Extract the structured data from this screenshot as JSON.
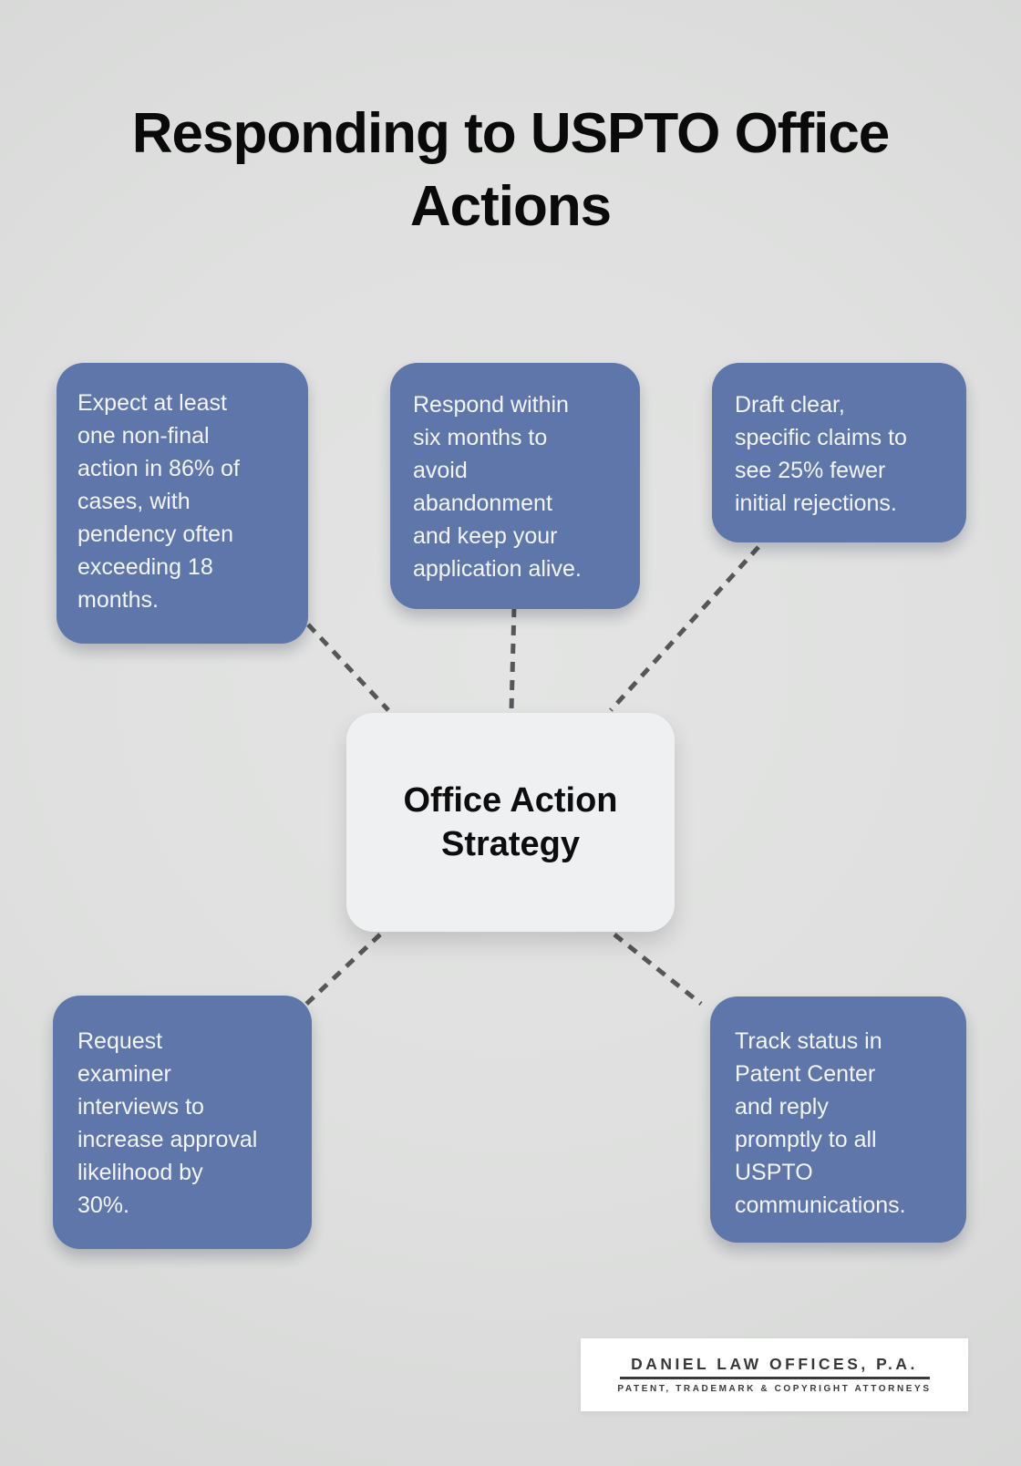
{
  "header": {
    "title": "Responding to USPTO Office Actions"
  },
  "center_node": {
    "label": "Office Action\nStrategy"
  },
  "nodes": [
    {
      "position": "top-left",
      "text": "Expect at least\none non-final\naction in 86% of\ncases, with\npendency often\nexceeding 18\nmonths."
    },
    {
      "position": "top-middle",
      "text": "Respond within\nsix months to\navoid\nabandonment\nand keep your\napplication alive."
    },
    {
      "position": "top-right",
      "text": "Draft clear,\nspecific claims to\nsee 25% fewer\ninitial rejections."
    },
    {
      "position": "bottom-left",
      "text": "Request\nexaminer\ninterviews to\nincrease approval\nlikelihood by\n30%."
    },
    {
      "position": "bottom-right",
      "text": "Track status in\nPatent Center\nand reply\npromptly to all\nUSPTO\ncommunications."
    }
  ],
  "footer_logo": {
    "firm_name": "DANIEL LAW OFFICES, P.A.",
    "tagline": "PATENT, TRADEMARK & COPYRIGHT ATTORNEYS"
  },
  "colors": {
    "background": "#dfe0df",
    "node_fill": "#5e76a9",
    "node_text": "#f3f5f8",
    "center_fill": "#eff0f2",
    "center_text": "#0d0d0d",
    "connector": "#56575a",
    "title_text": "#0a0a0a",
    "logo_text": "#38383a",
    "logo_background": "#ffffff"
  }
}
